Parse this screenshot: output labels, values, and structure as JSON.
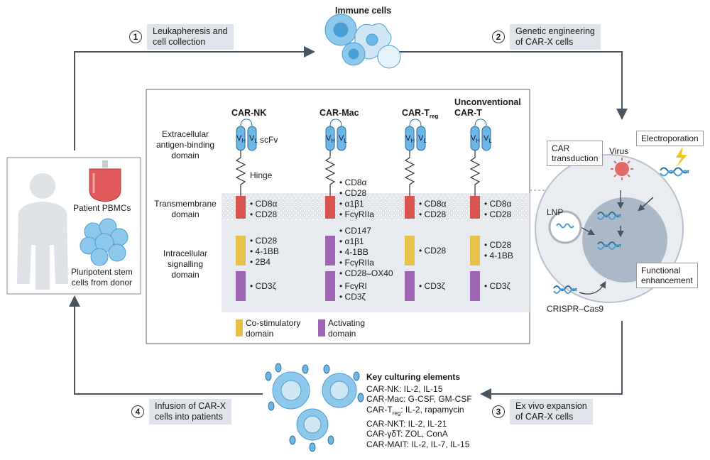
{
  "top_title": "Immune cells",
  "steps": [
    {
      "num": "1",
      "line1": "Leukapheresis and",
      "line2": "cell collection"
    },
    {
      "num": "2",
      "line1": "Genetic engineering",
      "line2": "of CAR-X cells"
    },
    {
      "num": "3",
      "line1": "Ex vivo expansion",
      "line2": "of CAR-X cells"
    },
    {
      "num": "4",
      "line1": "Infusion of CAR-X",
      "line2": "cells into patients"
    }
  ],
  "sources": {
    "pbmc": "Patient PBMCs",
    "stem_line1": "Pluripotent stem",
    "stem_line2": "cells from donor"
  },
  "columns": {
    "nk": "CAR-NK",
    "mac": "CAR-Mac",
    "treg_base": "CAR-T",
    "treg_sub": "reg",
    "unconv_line1": "Unconventional",
    "unconv_line2": "CAR-T"
  },
  "rows": {
    "extra_line1": "Extracellular",
    "extra_line2": "antigen-binding",
    "extra_line3": "domain",
    "tm_line1": "Transmembrane",
    "tm_line2": "domain",
    "intra_line1": "Intracellular",
    "intra_line2": "signalling",
    "intra_line3": "domain"
  },
  "domain_labels": {
    "vh": "V",
    "vh_sub": "H",
    "vl": "V",
    "vl_sub": "L",
    "scfv": "scFv",
    "hinge": "Hinge"
  },
  "nk_labels": {
    "tm1": "• CD8α",
    "tm2": "• CD28",
    "cs1": "• CD28",
    "cs2": "• 4-1BB",
    "cs3": "• 2B4",
    "act": "• CD3ζ"
  },
  "mac_labels": {
    "h1": "• CD8α",
    "h2": "• CD28",
    "h3": "• α1β1",
    "h4": "• FcγRIIa",
    "cs1": "• CD147",
    "cs2": "• α1β1",
    "cs3": "• 4-1BB",
    "cs4": "• FcγRIIa",
    "cs5": "• CD28–OX40",
    "act1": "• FcγRI",
    "act2": "• CD3ζ"
  },
  "treg_labels": {
    "tm1": "• CD8α",
    "tm2": "• CD28",
    "cs1": "• CD28",
    "act": "• CD3ζ"
  },
  "unconv_labels": {
    "tm1": "• CD8α",
    "tm2": "• CD28",
    "cs1": "• CD28",
    "cs2": "• 4-1BB",
    "act": "• CD3ζ"
  },
  "legend": {
    "co_line1": "Co-stimulatory",
    "co_line2": "domain",
    "act_line1": "Activating",
    "act_line2": "domain"
  },
  "engineering": {
    "car_line1": "CAR",
    "car_line2": "transduction",
    "virus": "Virus",
    "electroporation": "Electroporation",
    "lnp": "LNP",
    "func_line1": "Functional",
    "func_line2": "enhancement",
    "crispr": "CRISPR–Cas9"
  },
  "culture": {
    "title": "Key culturing elements",
    "l1": "CAR-NK: IL-2, IL-15",
    "l2": "CAR-Mac: G-CSF, GM-CSF",
    "l3_pre": "CAR-T",
    "l3_sub": "reg",
    "l3_post": ": IL-2, rapamycin",
    "l4": "CAR-NKT: IL-2, IL-21",
    "l5": "CAR-γδT: ZOL, ConA",
    "l6": "CAR-MAIT: IL-2, IL-7, IL-15"
  },
  "colors": {
    "cell_blue": "#8ec9ec",
    "cell_dark": "#4a9fd6",
    "tm_red": "#d9534f",
    "costim_yellow": "#e8c14a",
    "activ_purple": "#a064b4",
    "vh_blue": "#6cb6e6",
    "panel_grey": "#e7eaef",
    "arrow": "#4a5560"
  }
}
